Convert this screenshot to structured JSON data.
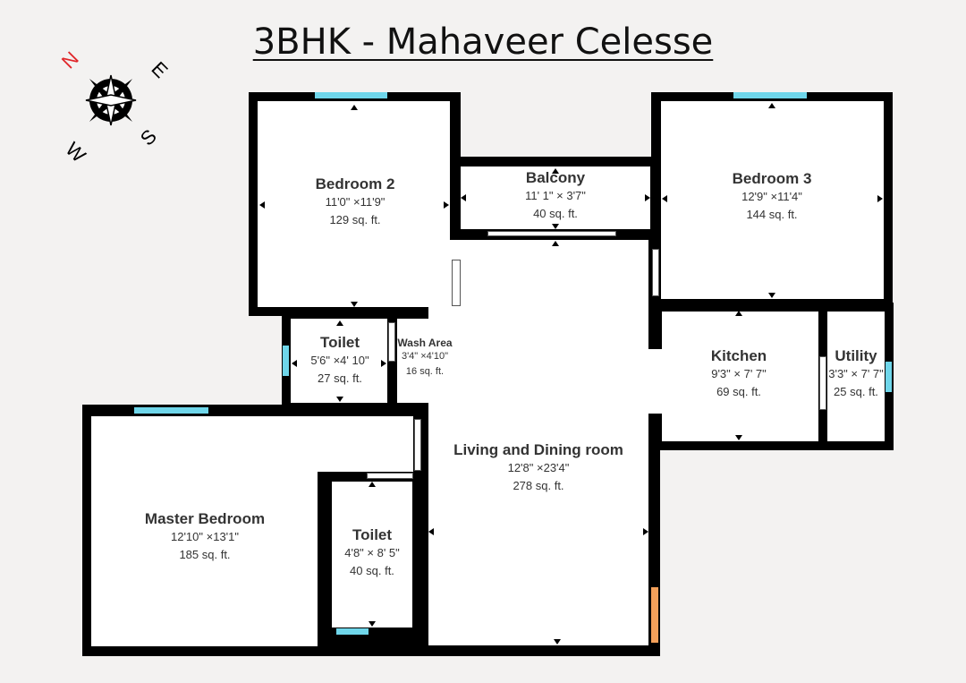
{
  "title": "3BHK - Mahaveer Celesse",
  "compass": {
    "n": "N",
    "e": "E",
    "s": "S",
    "w": "W",
    "n_color": "#e0262a"
  },
  "colors": {
    "wall": "#000000",
    "window": "#6fd6ea",
    "door": "#f4a05a",
    "floor": "#ffffff",
    "background": "#f3f2f1"
  },
  "rooms": {
    "bedroom2": {
      "name": "Bedroom 2",
      "dim": "11'0\" ×11'9\"",
      "area": "129 sq. ft."
    },
    "balcony": {
      "name": "Balcony",
      "dim": "11' 1\" × 3'7\"",
      "area": "40 sq. ft."
    },
    "bedroom3": {
      "name": "Bedroom 3",
      "dim": "12'9\" ×11'4\"",
      "area": "144 sq. ft."
    },
    "toilet1": {
      "name": "Toilet",
      "dim": "5'6\" ×4' 10\"",
      "area": "27 sq. ft."
    },
    "wash": {
      "name": "Wash Area",
      "dim": "3'4\" ×4'10\"",
      "area": "16 sq. ft."
    },
    "kitchen": {
      "name": "Kitchen",
      "dim": "9'3\" × 7' 7\"",
      "area": "69 sq. ft."
    },
    "utility": {
      "name": "Utility",
      "dim": "3'3\" × 7' 7\"",
      "area": "25 sq. ft."
    },
    "living": {
      "name": "Living and Dining room",
      "dim": "12'8\" ×23'4\"",
      "area": "278 sq. ft."
    },
    "master": {
      "name": "Master Bedroom",
      "dim": "12'10\" ×13'1\"",
      "area": "185 sq. ft."
    },
    "toilet2": {
      "name": "Toilet",
      "dim": "4'8\" × 8' 5\"",
      "area": "40 sq. ft."
    }
  }
}
